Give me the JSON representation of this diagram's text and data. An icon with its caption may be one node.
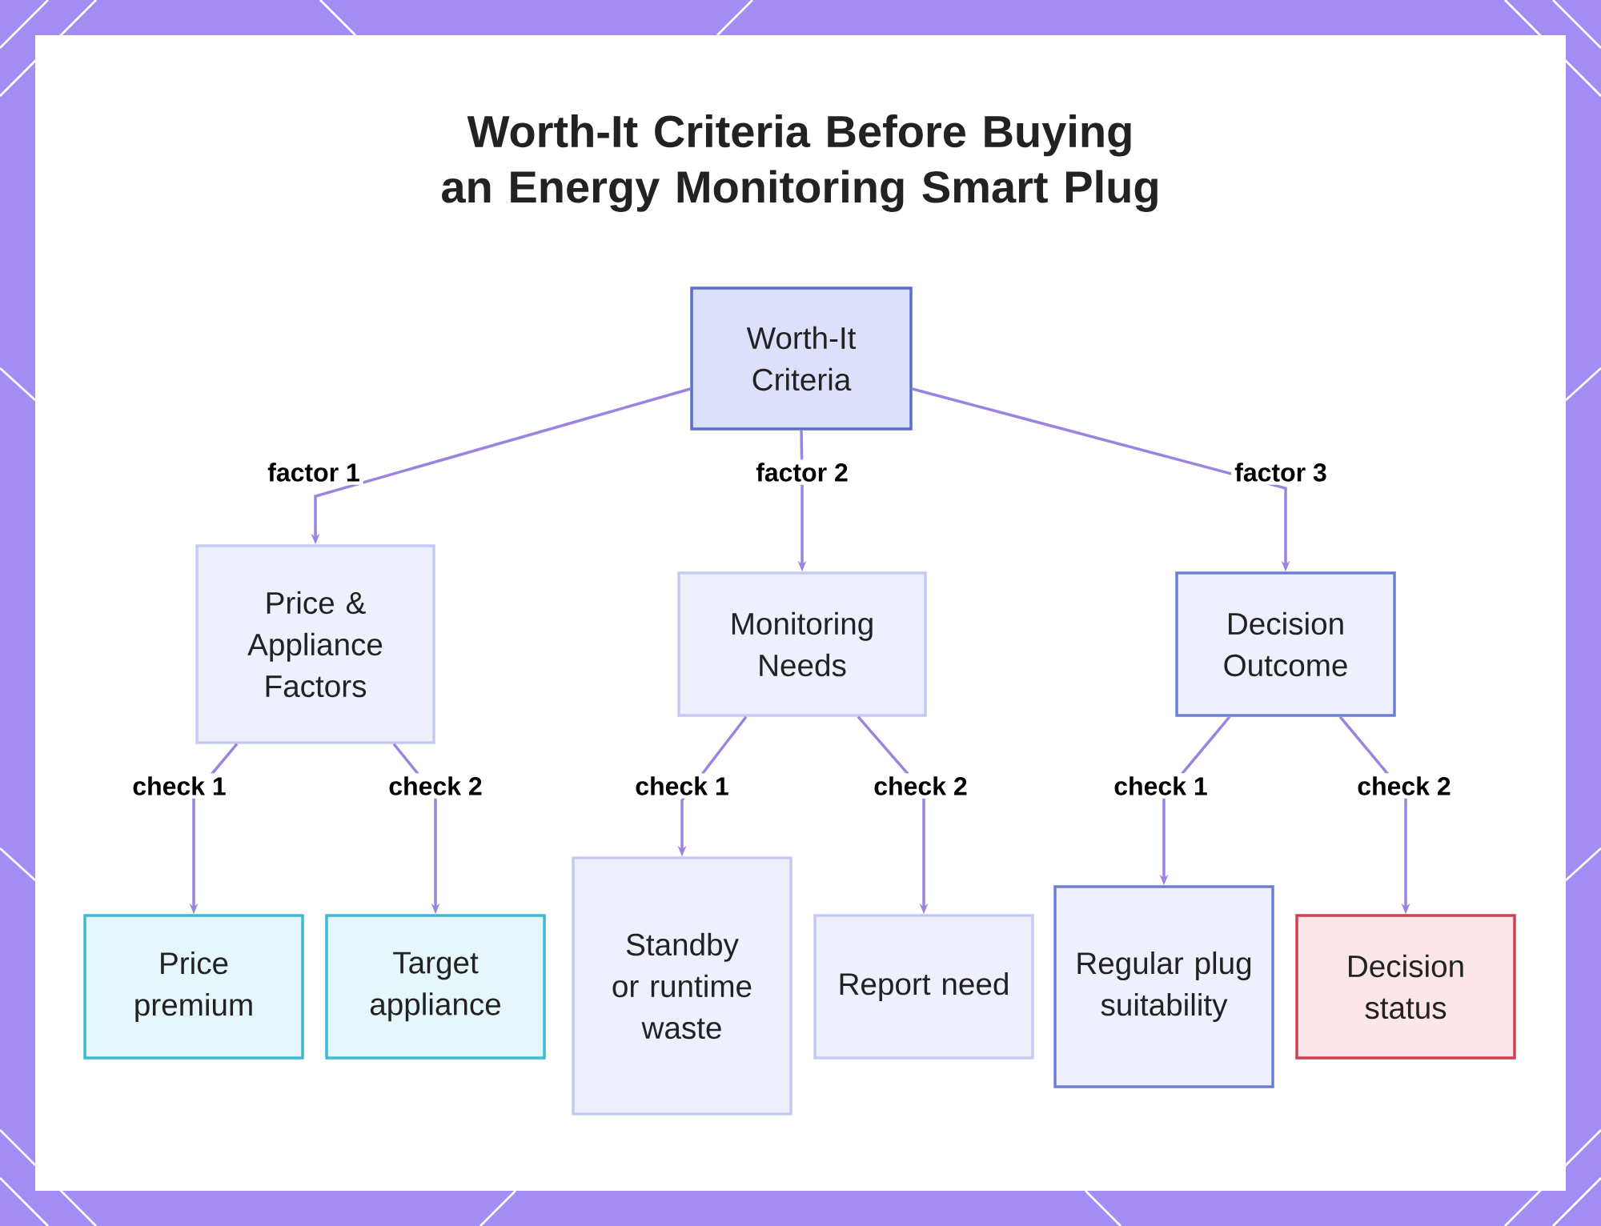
{
  "diagram": {
    "title": "Worth-It Criteria Before Buying an Energy Monitoring Smart Plug",
    "nodes": [
      {
        "text": [
          "Worth-It Criteria"
        ]
      },
      {
        "text": [
          "Price & Appliance Factors"
        ]
      },
      {
        "text": [
          "Monitoring Needs"
        ]
      },
      {
        "text": [
          "Decision Outcome"
        ]
      },
      {
        "text": [
          "Price premium"
        ]
      },
      {
        "text": [
          "Target appliance"
        ]
      },
      {
        "text": [
          "Standby or runtime waste"
        ]
      },
      {
        "text": [
          "Report need"
        ]
      },
      {
        "text": [
          "Regular plug suitability"
        ]
      },
      {
        "text": [
          "Decision status"
        ]
      }
    ],
    "edges": [
      {
        "from": 0,
        "to": 1,
        "arrow": "to",
        "label": "factor 1"
      },
      {
        "from": 0,
        "to": 2,
        "arrow": "to",
        "label": "factor 2"
      },
      {
        "from": 0,
        "to": 3,
        "arrow": "to",
        "label": "factor 3"
      },
      {
        "from": 1,
        "to": 4,
        "arrow": "to",
        "label": "check 1"
      },
      {
        "from": 1,
        "to": 5,
        "arrow": "to",
        "label": "check 2"
      },
      {
        "from": 2,
        "to": 6,
        "arrow": "to",
        "label": "check 1"
      },
      {
        "from": 2,
        "to": 7,
        "arrow": "to",
        "label": "check 2"
      },
      {
        "from": 3,
        "to": 8,
        "arrow": "to",
        "label": "check 1"
      },
      {
        "from": 3,
        "to": 9,
        "arrow": "to",
        "label": "check 2"
      }
    ]
  }
}
